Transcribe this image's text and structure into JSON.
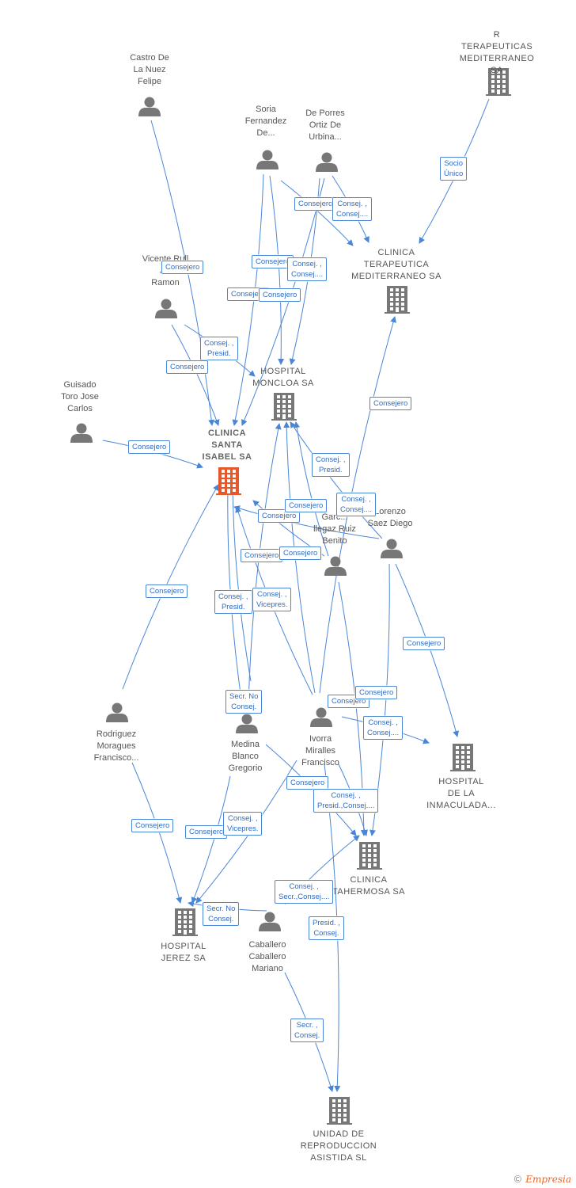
{
  "colors": {
    "edge": "#4a86d8",
    "person_icon": "#777777",
    "company_icon": "#777777",
    "main_company_icon": "#e8562a"
  },
  "nodes": {
    "castro": {
      "label": "Castro De\nLa Nuez\nFelipe",
      "type": "person"
    },
    "soria": {
      "label": "Soria\nFernandez\nDe...",
      "type": "person"
    },
    "deporres": {
      "label": "De Porres\nOrtiz De\nUrbina...",
      "type": "person"
    },
    "rterapeuticas": {
      "label": "R\nTERAPEUTICAS\nMEDITERRANEO SA",
      "type": "company"
    },
    "vicente": {
      "label": "Vicente Rull\nJ...\nRamon",
      "type": "person"
    },
    "clinica_terapeutica": {
      "label": "CLINICA\nTERAPEUTICA\nMEDITERRANEO SA",
      "type": "company"
    },
    "hospital_moncloa": {
      "label": "HOSPITAL\nMONCLOA SA",
      "type": "company"
    },
    "guisado": {
      "label": "Guisado\nToro Jose\nCarlos",
      "type": "person"
    },
    "clinica_santa_isabel": {
      "label": "CLINICA\nSANTA\nISABEL SA",
      "type": "main"
    },
    "garcia": {
      "label": "Garc...\nllegaz Ruiz\nBenito",
      "type": "person"
    },
    "lorenzo": {
      "label": "Lorenzo\nSaez Diego",
      "type": "person"
    },
    "rodriguez": {
      "label": "Rodriguez\nMoragues\nFrancisco...",
      "type": "person"
    },
    "medina": {
      "label": "Medina\nBlanco\nGregorio",
      "type": "person"
    },
    "ivorra": {
      "label": "Ivorra\nMiralles\nFrancisco",
      "type": "person"
    },
    "hospital_inmaculada": {
      "label": "HOSPITAL\nDE LA\nINMACULADA...",
      "type": "company"
    },
    "clinica_tahermosa": {
      "label": "CLINICA\nTAHERMOSA SA",
      "type": "company"
    },
    "hospital_jerez": {
      "label": "HOSPITAL\nJEREZ SA",
      "type": "company"
    },
    "caballero": {
      "label": "Caballero\nCaballero\nMariano",
      "type": "person"
    },
    "unidad": {
      "label": "UNIDAD DE\nREPRODUCCION\nASISTIDA SL",
      "type": "company"
    }
  },
  "edges": [
    {
      "from": "castro",
      "to": "clinica_santa_isabel",
      "label": "Consejero"
    },
    {
      "from": "soria",
      "to": "clinica_santa_isabel",
      "label": "Consejero"
    },
    {
      "from": "soria",
      "to": "hospital_moncloa",
      "label": "Consejero"
    },
    {
      "from": "soria",
      "to": "clinica_terapeutica",
      "label": "Consejero"
    },
    {
      "from": "deporres",
      "to": "clinica_terapeutica",
      "label": "Consej. ,\nConsej...."
    },
    {
      "from": "deporres",
      "to": "hospital_moncloa",
      "label": "Consej. ,\nConsej...."
    },
    {
      "from": "deporres",
      "to": "clinica_santa_isabel",
      "label": "Consejero"
    },
    {
      "from": "rterapeuticas",
      "to": "clinica_terapeutica",
      "label": "Socio\nÚnico"
    },
    {
      "from": "vicente",
      "to": "hospital_moncloa",
      "label": "Consej. ,\nPresid."
    },
    {
      "from": "vicente",
      "to": "clinica_santa_isabel",
      "label": "Consejero"
    },
    {
      "from": "guisado",
      "to": "clinica_santa_isabel",
      "label": "Consejero"
    },
    {
      "from": "garcia",
      "to": "hospital_moncloa",
      "label": "Consej. ,\nPresid."
    },
    {
      "from": "garcia",
      "to": "clinica_santa_isabel",
      "label": "Consejero"
    },
    {
      "from": "garcia",
      "to": "clinica_tahermosa",
      "label": "Consejero"
    },
    {
      "from": "lorenzo",
      "to": "hospital_moncloa",
      "label": "Consej. ,\nConsej...."
    },
    {
      "from": "lorenzo",
      "to": "clinica_santa_isabel",
      "label": "Consejero"
    },
    {
      "from": "lorenzo",
      "to": "hospital_inmaculada",
      "label": "Consejero"
    },
    {
      "from": "lorenzo",
      "to": "clinica_tahermosa",
      "label": "Consejero"
    },
    {
      "from": "rodriguez",
      "to": "clinica_santa_isabel",
      "label": "Consejero"
    },
    {
      "from": "rodriguez",
      "to": "hospital_jerez",
      "label": "Consejero"
    },
    {
      "from": "medina",
      "to": "clinica_santa_isabel",
      "label": "Consej. ,\nPresid."
    },
    {
      "from": "medina",
      "to": "hospital_moncloa",
      "label": "Consejero"
    },
    {
      "from": "medina",
      "to": "hospital_jerez",
      "label": "Consejero"
    },
    {
      "from": "medina",
      "to": "clinica_tahermosa",
      "label": "Consejero"
    },
    {
      "from": "ivorra",
      "to": "clinica_terapeutica",
      "label": "Consejero"
    },
    {
      "from": "ivorra",
      "to": "hospital_moncloa",
      "label": "Consejero"
    },
    {
      "from": "ivorra",
      "to": "clinica_santa_isabel",
      "label": "Consej. ,\nVicepres."
    },
    {
      "from": "ivorra",
      "to": "hospital_inmaculada",
      "label": "Consej. ,\nConsej...."
    },
    {
      "from": "ivorra",
      "to": "clinica_tahermosa",
      "label": "Consej. ,\nPresid.,Consej...."
    },
    {
      "from": "ivorra",
      "to": "hospital_jerez",
      "label": "Consej. ,\nVicepres."
    },
    {
      "from": "ivorra",
      "to": "unidad",
      "label": "Presid. ,\nConsej."
    },
    {
      "from": "caballero",
      "to": "clinica_santa_isabel",
      "label": "Secr. No\nConsej."
    },
    {
      "from": "caballero",
      "to": "hospital_jerez",
      "label": "Secr. No\nConsej."
    },
    {
      "from": "caballero",
      "to": "clinica_tahermosa",
      "label": "Consej. ,\nSecr.,Consej...."
    },
    {
      "from": "caballero",
      "to": "unidad",
      "label": "Secr. ,\nConsej."
    }
  ],
  "footer": {
    "copyright": "©",
    "brand": "Empresia"
  }
}
